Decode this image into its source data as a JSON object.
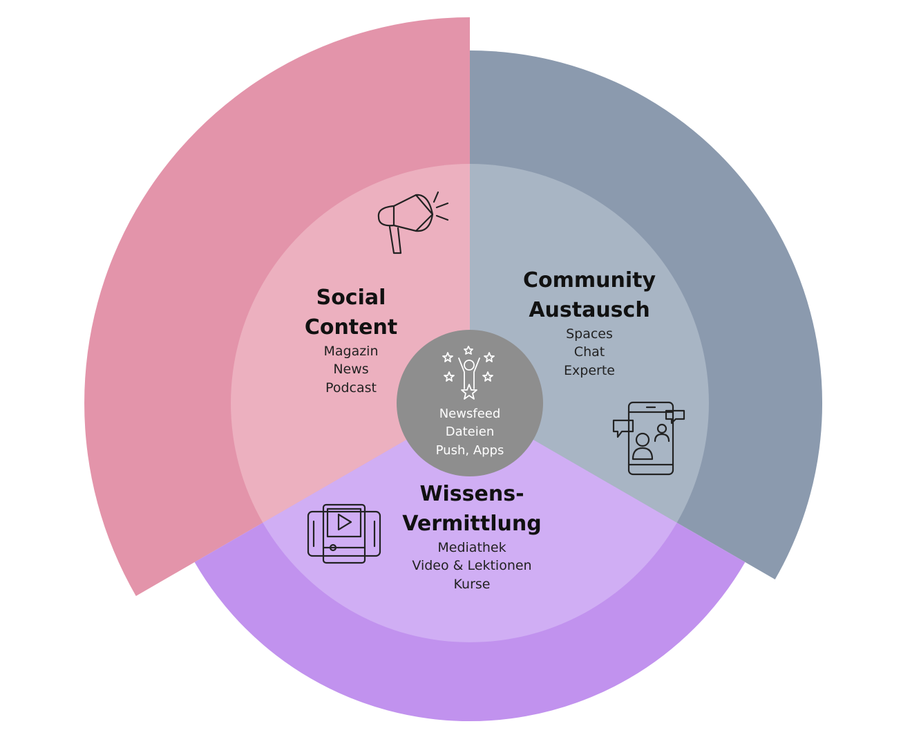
{
  "segments": {
    "social": {
      "title_line1": "Social",
      "title_line2": "Content",
      "items": [
        "Magazin",
        "News",
        "Podcast"
      ],
      "icon": "megaphone-icon",
      "outer_color": "#e394aa",
      "inner_color": "#ecb0bf"
    },
    "community": {
      "title_line1": "Community",
      "title_line2": "Austausch",
      "items": [
        "Spaces",
        "Chat",
        "Experte"
      ],
      "icon": "phone-chat-icon",
      "outer_color": "#8b9aae",
      "inner_color": "#a8b5c4"
    },
    "wissen": {
      "title_line1": "Wissens-",
      "title_line2": "Vermittlung",
      "items": [
        "Mediathek",
        "Video & Lektionen",
        "Kurse"
      ],
      "icon": "video-player-icon",
      "outer_color": "#c192ee",
      "inner_color": "#d0aef4"
    }
  },
  "center": {
    "items": [
      "Newsfeed",
      "Dateien",
      "Push, Apps"
    ],
    "icon": "person-stars-icon",
    "color": "#8e8e8e"
  }
}
